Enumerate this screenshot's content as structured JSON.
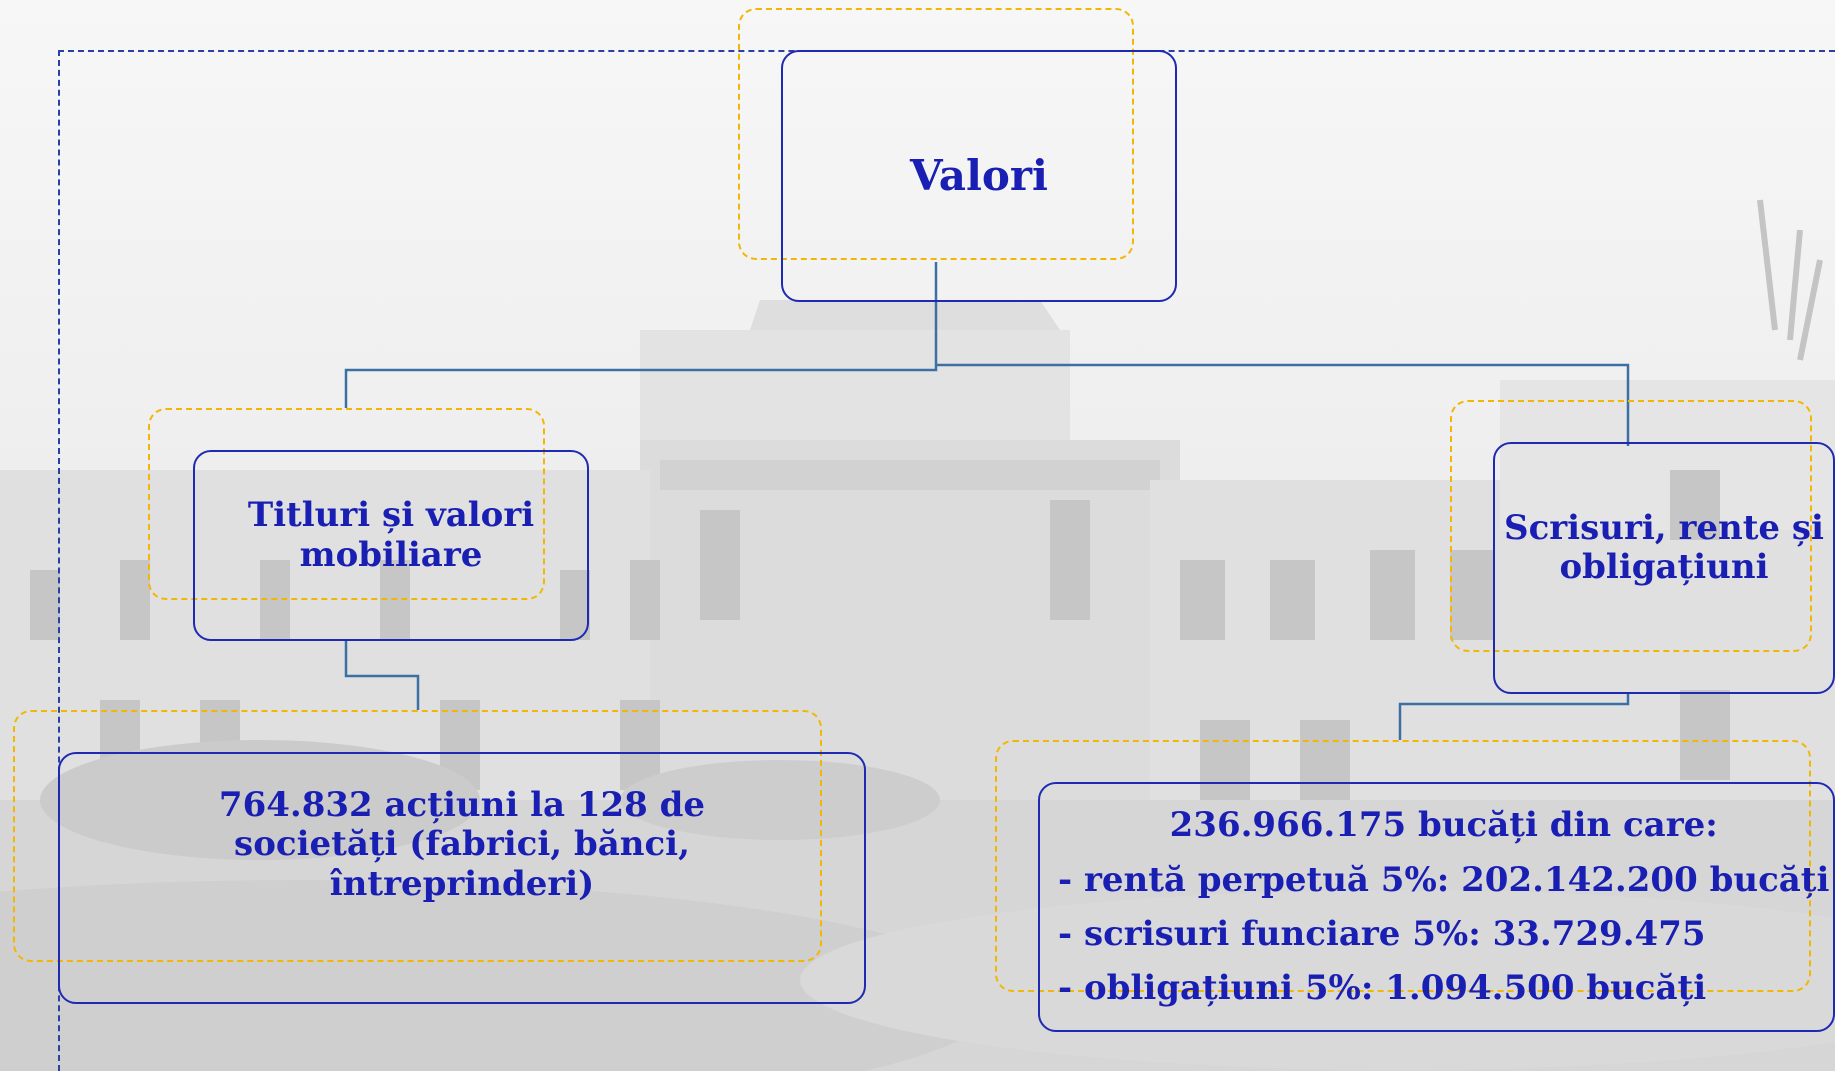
{
  "root": {
    "label": "Valori"
  },
  "branches": [
    {
      "label": "Titluri și valori mobiliare",
      "leaf": {
        "label": "764.832 acțiuni la 128 de societăți (fabrici, bănci, întreprinderi)"
      }
    },
    {
      "label": "Scrisuri, rente și obligațiuni",
      "leaf": {
        "heading": "236.966.175 bucăți din care:",
        "items": [
          "- rentă perpetuă 5%: 202.142.200 bucăți",
          "- scrisuri funciare 5%: 33.729.475",
          "- obligațiuni 5%: 1.094.500 bucăți"
        ]
      }
    }
  ],
  "colors": {
    "box_border": "#1f2ab3",
    "box_text": "#1a1fb3",
    "dashed_outline": "#f2b705",
    "connector": "#3d6fa5",
    "frame": "#2a3fa8"
  }
}
